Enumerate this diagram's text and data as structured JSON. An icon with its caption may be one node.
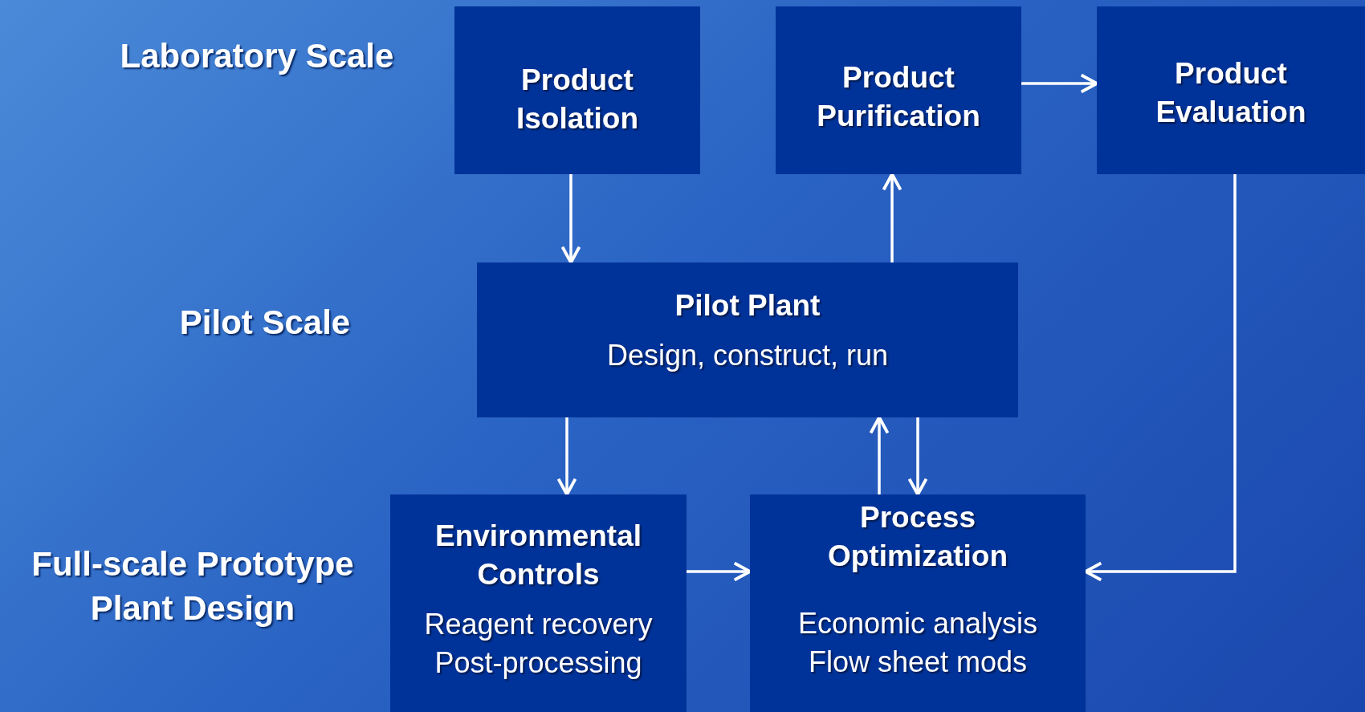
{
  "diagram": {
    "nodes": [
      {
        "text": [
          "Product Isolation"
        ]
      },
      {
        "text": [
          "Product Purification"
        ]
      },
      {
        "text": [
          "Product Evaluation"
        ]
      },
      {
        "text": [
          "Pilot Plant",
          "Design, construct, run"
        ]
      },
      {
        "text": [
          "Environmental Controls",
          "Reagent recovery Post-processing"
        ]
      },
      {
        "text": [
          "Process Optimization",
          "Economic analysis Flow sheet mods"
        ]
      }
    ],
    "edges": [
      {
        "from": 0,
        "to": 3,
        "arrow": "to"
      },
      {
        "from": 3,
        "to": 1,
        "arrow": "to"
      },
      {
        "from": 1,
        "to": 2,
        "arrow": "to"
      },
      {
        "from": 2,
        "to": 5,
        "arrow": "to"
      },
      {
        "from": 3,
        "to": 4,
        "arrow": "to"
      },
      {
        "from": 5,
        "to": 3,
        "arrow": "to"
      },
      {
        "from": 3,
        "to": 5,
        "arrow": "to"
      },
      {
        "from": 4,
        "to": 5,
        "arrow": "to"
      }
    ],
    "labels": [
      "Laboratory Scale",
      "Pilot Scale",
      "Full-scale Prototype Plant Design"
    ]
  }
}
